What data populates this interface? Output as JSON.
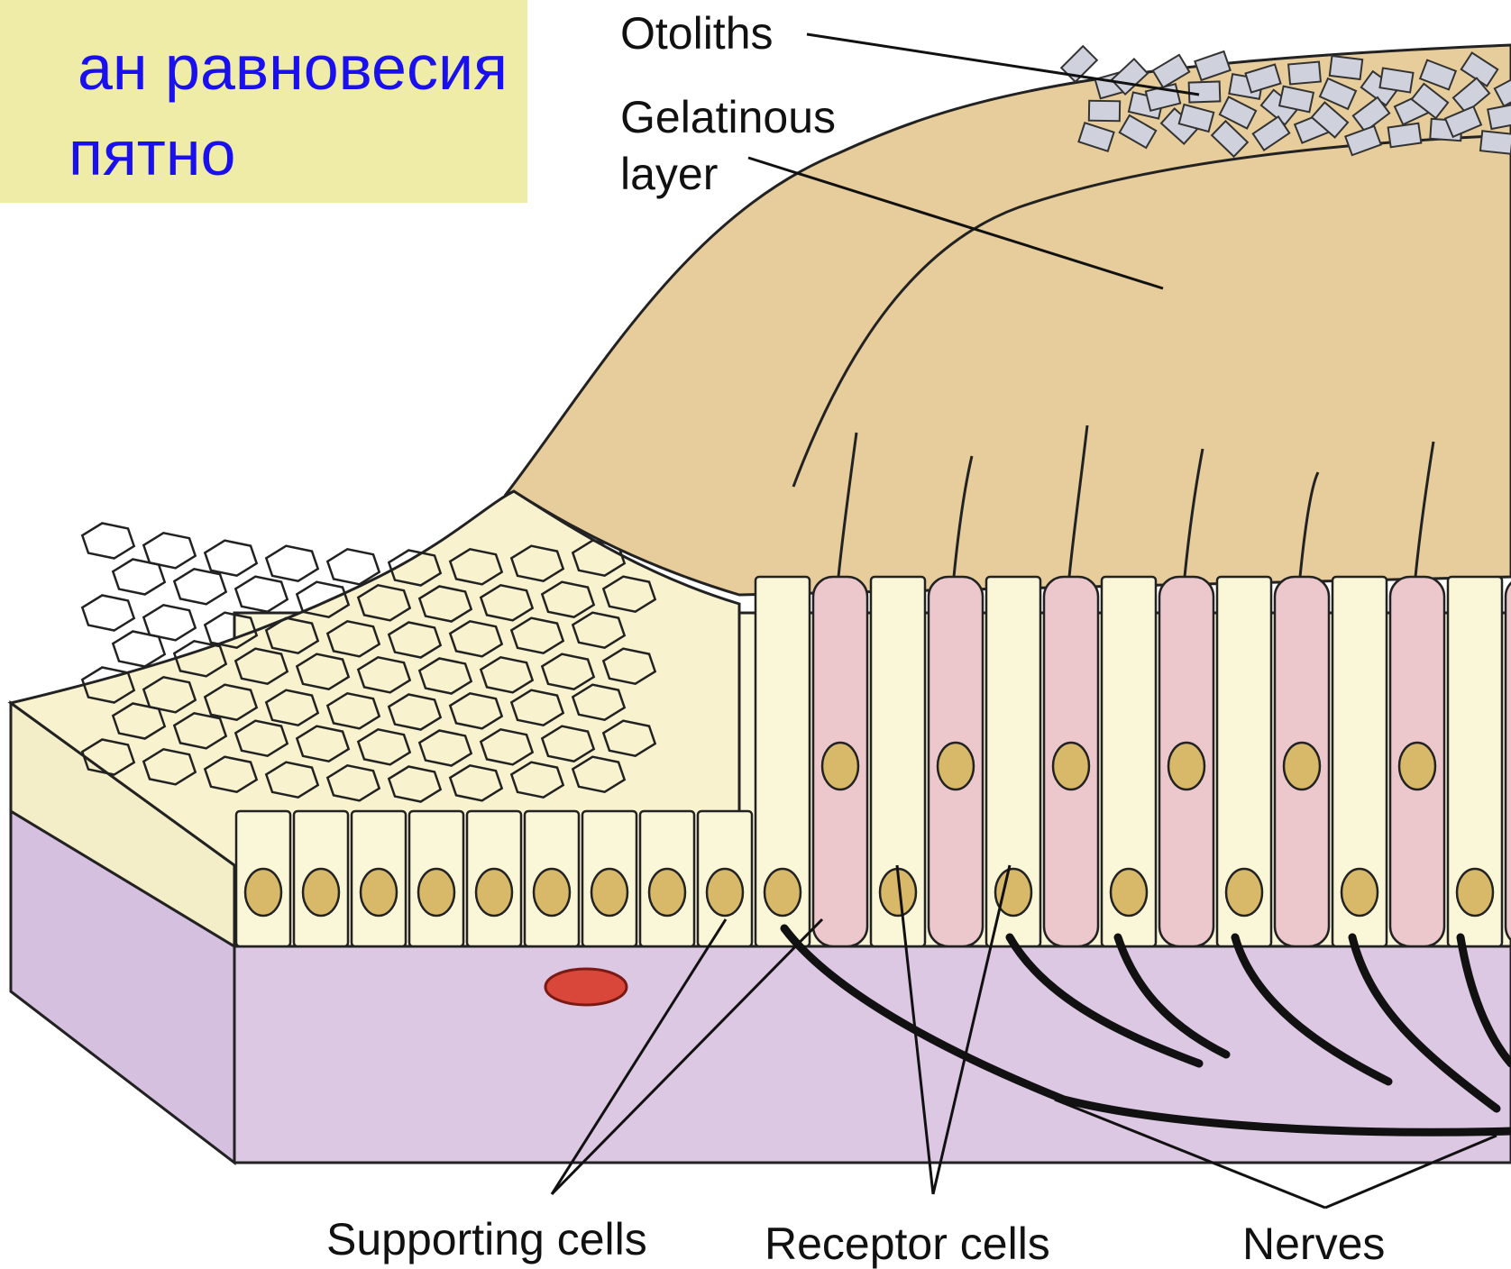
{
  "title": {
    "line1": "ан равновесия",
    "line2": "пятно"
  },
  "labels": {
    "otoliths": "Otoliths",
    "gelatinous_1": "Gelatinous",
    "gelatinous_2": "layer",
    "supporting": "Supporting cells",
    "receptor": "Receptor cells",
    "nerves": "Nerves"
  },
  "colors": {
    "title_bg": "#eeeca6",
    "title_text": "#1a10ee",
    "gel": "#e6cd9b",
    "cells": "#faf6d8",
    "receptor": "#ecc8cc",
    "tissue": "#ddc8e4",
    "blood_vessel": "#d9463a"
  }
}
